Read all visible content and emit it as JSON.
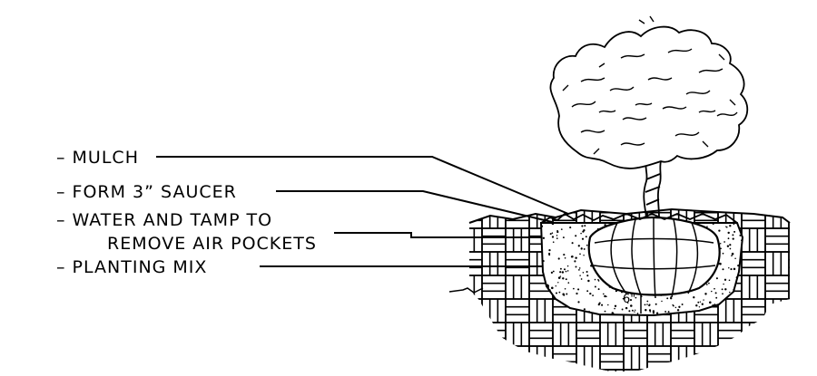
{
  "callouts": [
    {
      "lines": [
        "– MULCH"
      ]
    },
    {
      "lines": [
        "– FORM 3” SAUCER"
      ]
    },
    {
      "lines": [
        "– WATER AND TAMP TO",
        "REMOVE AIR POCKETS"
      ]
    },
    {
      "lines": [
        "– PLANTING MIX"
      ]
    }
  ],
  "dimension_label": "6\"",
  "colors": {
    "ink": "#000000",
    "background": "#ffffff"
  }
}
